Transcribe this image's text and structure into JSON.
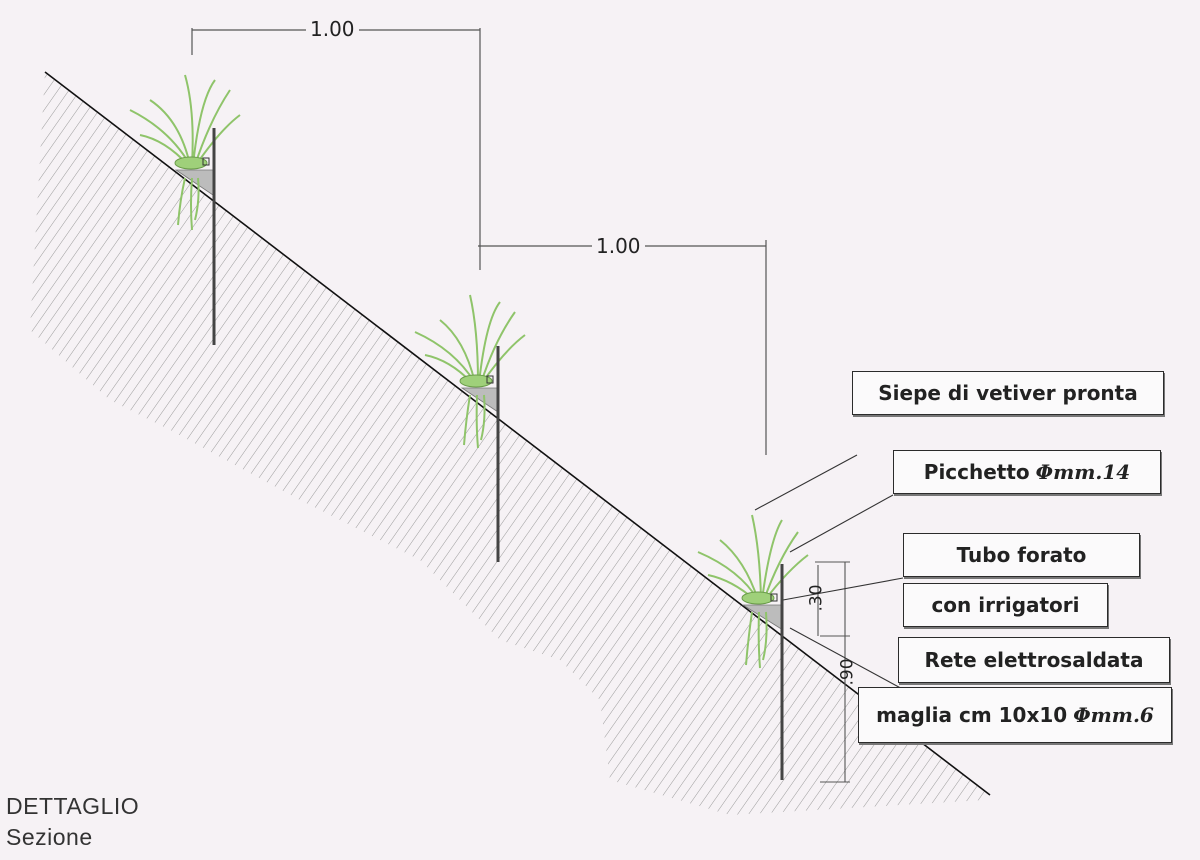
{
  "dimensions": {
    "horizontal_spacing_top": "1.00",
    "horizontal_spacing_middle": "1.00",
    "embed_depth": ".30",
    "stake_depth": ".90"
  },
  "labels": {
    "hedge": "Siepe di vetiver pronta",
    "stake": "Picchetto",
    "stake_diameter": "Φmm.14",
    "pipe_line1": "Tubo forato",
    "pipe_line2": "con irrigatori",
    "mesh_line1": "Rete elettrosaldata",
    "mesh_line2": "maglia cm 10x10",
    "mesh_diameter": "Φmm.6"
  },
  "caption": {
    "title": "DETTAGLIO",
    "subtitle": "Sezione"
  },
  "colors": {
    "paper": "#f6f2f5",
    "hatch": "#9a9a9a",
    "grass": "#8fc46a",
    "stake": "#444444"
  }
}
